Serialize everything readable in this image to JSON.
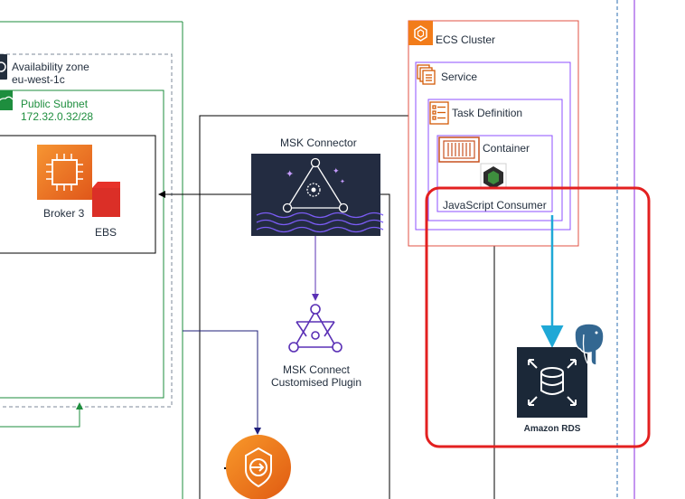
{
  "availability_zone": {
    "title": "Availability zone",
    "region": "eu-west-1c"
  },
  "public_subnet": {
    "title": "Public Subnet",
    "cidr": "172.32.0.32/28"
  },
  "broker": {
    "label": "Broker 3",
    "storage_label": "EBS"
  },
  "msk_connector": {
    "label": "MSK Connector"
  },
  "msk_plugin": {
    "line1": "MSK Connect",
    "line2": "Customised Plugin"
  },
  "ecs": {
    "cluster_label": "ECS Cluster",
    "service_label": "Service",
    "task_definition_label": "Task Definition",
    "container_label": "Container",
    "consumer_label": "JavaScript Consumer"
  },
  "rds": {
    "label": "Amazon RDS"
  },
  "colors": {
    "vpc_green": "#1e8e3e",
    "msk_purple": "#5a30b5",
    "ecs_orange": "#d45b07",
    "ecs_red_border": "#e05243",
    "highlight_red": "#e32020",
    "flow_cyan": "#1fa8d6",
    "navy": "#232f3e",
    "rds_icon_bg": "#1b2838",
    "connector_bg": "#1f2739"
  },
  "icons": {
    "broker": "ec2-instance-icon",
    "ebs": "ebs-volume-icon",
    "connector": "msk-connector-icon",
    "plugin": "msk-connect-plugin-icon",
    "ecs": "ecs-cluster-icon",
    "service": "ecs-service-icon",
    "task": "task-definition-icon",
    "container": "container-icon",
    "consumer": "nodejs-icon",
    "rds": "rds-database-icon",
    "postgres": "postgresql-elephant-icon",
    "gateway": "gateway-endpoint-icon",
    "az": "availability-zone-icon",
    "subnet": "public-subnet-icon"
  }
}
